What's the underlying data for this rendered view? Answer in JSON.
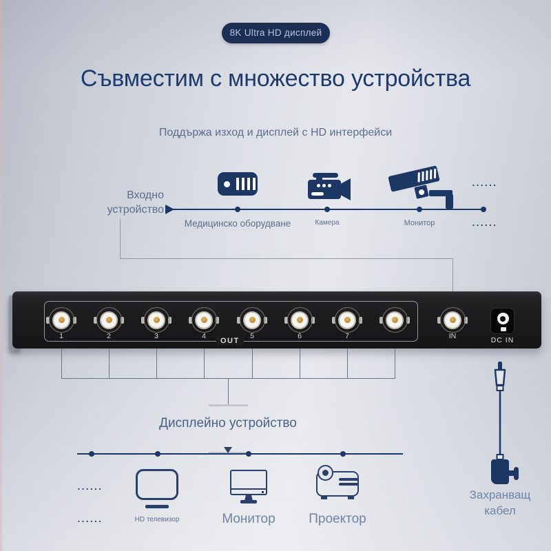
{
  "badge": {
    "label": "8K Ultra HD дисплей"
  },
  "title": "Съвместим с множество устройства",
  "subtitle": "Поддържа изход и дисплей с HD интерфейси",
  "input_section": {
    "caption_line1": "Входно",
    "caption_line2": "устройство",
    "items": [
      {
        "name": "medical",
        "icon": "medical-equipment-icon",
        "label": "Медицинско оборудване"
      },
      {
        "name": "camera",
        "icon": "video-camera-icon",
        "label": "Камера"
      },
      {
        "name": "monitor",
        "icon": "cctv-camera-icon",
        "label": "Монитор"
      },
      {
        "name": "more",
        "label": "......"
      }
    ],
    "dots_top": "......",
    "dots_bottom": "......"
  },
  "device": {
    "out_label": "OUT",
    "out_ports": [
      "1",
      "2",
      "3",
      "4",
      "5",
      "6",
      "7",
      ""
    ],
    "in_label": "IN",
    "dc_label": "DC IN"
  },
  "output_section": {
    "title": "Дисплейно устройство",
    "dots_left_top": "......",
    "dots_left_bottom": "......",
    "items": [
      {
        "name": "tv",
        "icon": "tv-icon",
        "label": "HD телевизор"
      },
      {
        "name": "monitor",
        "icon": "monitor-icon",
        "label": "Монитор"
      },
      {
        "name": "projector",
        "icon": "projector-icon",
        "label": "Проектор"
      }
    ]
  },
  "power": {
    "label_line1": "Захранващ",
    "label_line2": "кабел"
  },
  "colors": {
    "navy": "#1d3765",
    "title": "#1e3a6e",
    "slate": "#5d6d8b",
    "light-slate": "#7283a3",
    "badge-bg": "#1d2e54",
    "badge-text": "#b6c4e2",
    "panel": "#1d1d1f",
    "panel-text": "#d9d9d9",
    "wire": "#8a97ad",
    "bus": "#66748c",
    "lightbar": "#c2c6ce"
  }
}
